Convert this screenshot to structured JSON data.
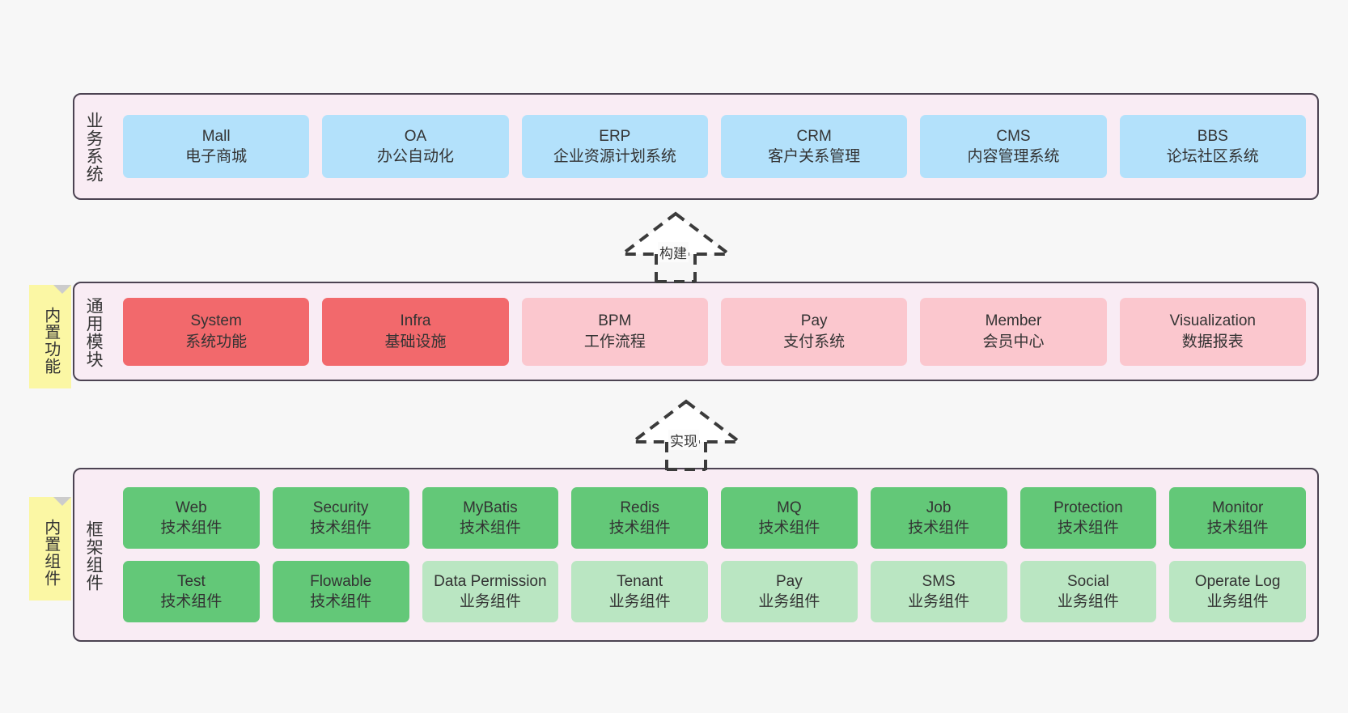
{
  "diagram": {
    "background_color": "#f7f7f7",
    "layers": [
      {
        "id": "business-systems",
        "title": "业务系统",
        "rows": [
          {
            "style": "blue",
            "cards": [
              {
                "en": "Mall",
                "cn": "电子商城"
              },
              {
                "en": "OA",
                "cn": "办公自动化"
              },
              {
                "en": "ERP",
                "cn": "企业资源计划系统"
              },
              {
                "en": "CRM",
                "cn": "客户关系管理"
              },
              {
                "en": "CMS",
                "cn": "内容管理系统"
              },
              {
                "en": "BBS",
                "cn": "论坛社区系统"
              }
            ]
          }
        ]
      },
      {
        "id": "common-modules",
        "title": "通用模块",
        "note": "内置功能",
        "rows": [
          {
            "cards": [
              {
                "en": "System",
                "cn": "系统功能",
                "style": "red"
              },
              {
                "en": "Infra",
                "cn": "基础设施",
                "style": "red"
              },
              {
                "en": "BPM",
                "cn": "工作流程",
                "style": "pink"
              },
              {
                "en": "Pay",
                "cn": "支付系统",
                "style": "pink"
              },
              {
                "en": "Member",
                "cn": "会员中心",
                "style": "pink"
              },
              {
                "en": "Visualization",
                "cn": "数据报表",
                "style": "pink"
              }
            ]
          }
        ]
      },
      {
        "id": "framework-components",
        "title": "框架组件",
        "note": "内置组件",
        "rows": [
          {
            "cards": [
              {
                "en": "Web",
                "cn": "技术组件",
                "style": "green"
              },
              {
                "en": "Security",
                "cn": "技术组件",
                "style": "green"
              },
              {
                "en": "MyBatis",
                "cn": "技术组件",
                "style": "green"
              },
              {
                "en": "Redis",
                "cn": "技术组件",
                "style": "green"
              },
              {
                "en": "MQ",
                "cn": "技术组件",
                "style": "green"
              },
              {
                "en": "Job",
                "cn": "技术组件",
                "style": "green"
              },
              {
                "en": "Protection",
                "cn": "技术组件",
                "style": "green"
              },
              {
                "en": "Monitor",
                "cn": "技术组件",
                "style": "green"
              }
            ]
          },
          {
            "cards": [
              {
                "en": "Test",
                "cn": "技术组件",
                "style": "green"
              },
              {
                "en": "Flowable",
                "cn": "技术组件",
                "style": "green"
              },
              {
                "en": "Data Permission",
                "cn": "业务组件",
                "style": "lightgreen"
              },
              {
                "en": "Tenant",
                "cn": "业务组件",
                "style": "lightgreen"
              },
              {
                "en": "Pay",
                "cn": "业务组件",
                "style": "lightgreen"
              },
              {
                "en": "SMS",
                "cn": "业务组件",
                "style": "lightgreen"
              },
              {
                "en": "Social",
                "cn": "业务组件",
                "style": "lightgreen"
              },
              {
                "en": "Operate Log",
                "cn": "业务组件",
                "style": "lightgreen"
              }
            ]
          }
        ]
      }
    ],
    "connectors": [
      {
        "id": "build-arrow",
        "label": "构建"
      },
      {
        "id": "implement-arrow",
        "label": "实现"
      }
    ],
    "colors": {
      "layer_bg": "#f9ecf4",
      "layer_border": "#4c4352",
      "blue": "#b3e1fb",
      "red": "#f2696c",
      "pink": "#fbc7ce",
      "green": "#63c878",
      "light_green": "#bae6c2",
      "note": "#fbf7a4",
      "note_fold": "#cccccc"
    }
  }
}
